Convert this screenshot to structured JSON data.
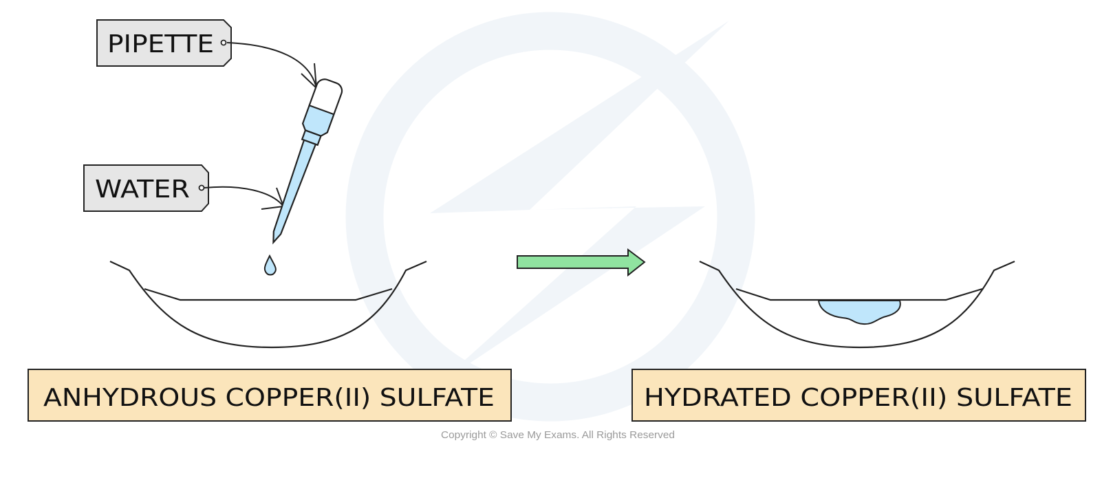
{
  "labels": {
    "pipette": "PIPETTE",
    "water": "WATER",
    "left_caption": "ANHYDROUS  COPPER(II)  SULFATE",
    "right_caption": "HYDRATED  COPPER(II)  SULFATE"
  },
  "footer": {
    "copyright": "Copyright © Save My Exams. All Rights Reserved"
  },
  "colors": {
    "water": "#bfe6fb",
    "arrow": "#90e3a0",
    "caption_fill": "#fbe5bb",
    "tag_fill": "#e6e6e6",
    "watermark": "#f0f4f8"
  },
  "icons": {
    "watermark": "save-my-exams-logo"
  }
}
